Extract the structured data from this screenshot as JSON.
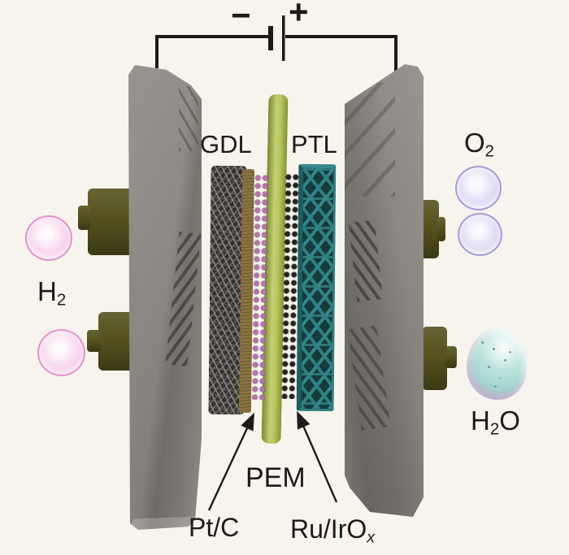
{
  "circuit": {
    "negative_label": "−",
    "positive_label": "+"
  },
  "layer_labels": {
    "gdl": "GDL",
    "ptl": "PTL",
    "pem": "PEM",
    "cathode_catalyst": "Pt/C",
    "anode_catalyst_base": "Ru/IrO",
    "anode_catalyst_subscript": "x"
  },
  "species_labels": {
    "hydrogen": {
      "symbol": "H",
      "subscript": "2"
    },
    "oxygen": {
      "symbol": "O",
      "subscript": "2"
    },
    "water": {
      "prefix": "H",
      "subscript": "2",
      "suffix": "O"
    }
  },
  "colors": {
    "background": "#f7f4ed",
    "circuit_line": "#1d1b19",
    "text": "#1d1b19",
    "bipolar_plate_gray": "#8d8984",
    "plate_inner_shadow": "#76726d",
    "port_olive": "#55521e",
    "gdl_dark": "#34312e",
    "gdl_fiber_light": "#8e8a85",
    "mpl_tan": "#8a7342",
    "ptc_pink": "#b673ae",
    "pem_green": "#b5c452",
    "pem_edge_green": "#7e8e33",
    "ruirox_black": "#262220",
    "ptl_teal": "#2e8183",
    "ptl_interior": "#173a3b",
    "h2_bubble_pink": "#f6cbe8",
    "h2_bubble_ring": "#e691ca",
    "o2_bubble_lavender": "#d8d2f2",
    "o2_bubble_ring": "#a89bdc",
    "h2o_droplet_teal": "#a4d9d1"
  }
}
